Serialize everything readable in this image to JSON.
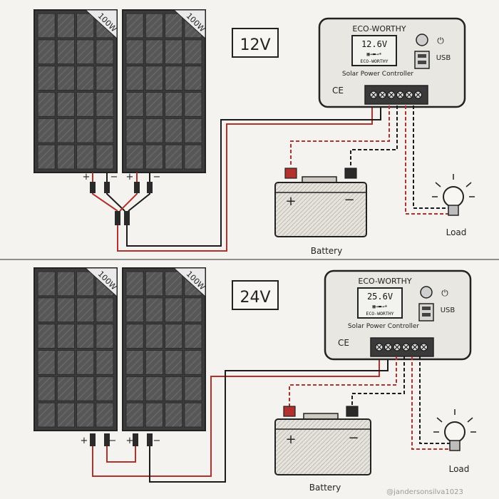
{
  "configs": [
    {
      "voltage_label": "12V",
      "panel_rating": "100W",
      "controller": {
        "brand": "ECO-WORTHY",
        "display_voltage": "12.6V",
        "display_brand": "ECO-WORTHY",
        "title": "Solar Power Controller",
        "usb_label": "USB",
        "ce_mark": "CE"
      },
      "battery_label": "Battery",
      "load_label": "Load",
      "plus": "+",
      "minus": "−"
    },
    {
      "voltage_label": "24V",
      "panel_rating": "100W",
      "controller": {
        "brand": "ECO-WORTHY",
        "display_voltage": "25.6V",
        "display_brand": "ECO-WORTHY",
        "title": "Solar Power Controller",
        "usb_label": "USB",
        "ce_mark": "CE"
      },
      "battery_label": "Battery",
      "load_label": "Load",
      "plus": "+",
      "minus": "−"
    }
  ],
  "watermark": "@jandersonsilva1023",
  "colors": {
    "wire_positive": "#b3312d",
    "wire_negative": "#1b1b1b",
    "panel_fill": "#4a4a4a",
    "panel_cell": "#5b5b5b"
  }
}
